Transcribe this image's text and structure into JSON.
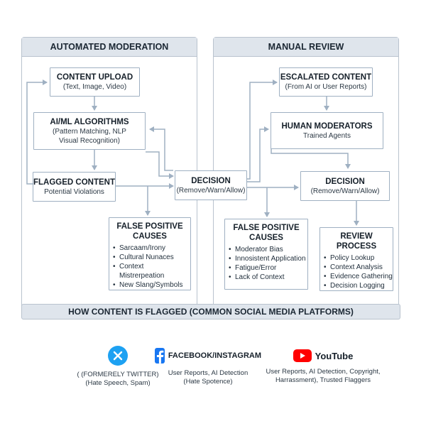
{
  "automated": {
    "header": "AUTOMATED MODERATION",
    "upload": {
      "title": "CONTENT UPLOAD",
      "sub": "(Text, Image, Video)"
    },
    "algorithms": {
      "title": "AI/ML ALGORITHMS",
      "sub1": "(Pattern Matching, NLP",
      "sub2": "Visual Recognition)"
    },
    "flagged": {
      "title": "FLAGGED CONTENT",
      "sub": "Potential Violations"
    },
    "fp": {
      "title1": "FALSE POSITIVE",
      "title2": "CAUSES",
      "items": [
        "Sarcaam/Irony",
        "Cultural Nunaces",
        "Context Mistrerpeation",
        "New Slang/Symbols"
      ]
    }
  },
  "center_decision": {
    "title": "DECISION",
    "sub": "(Remove/Warn/Allow)"
  },
  "manual": {
    "header": "MANUAL REVIEW",
    "escalated": {
      "title": "ESCALATED CONTENT",
      "sub": "(From AI or User Reports)"
    },
    "moderators": {
      "title": "HUMAN MODERATORS",
      "sub": "Trained Agents"
    },
    "decision": {
      "title": "DECISION",
      "sub": "(Remove/Warn/Allow)"
    },
    "fp": {
      "title1": "FALSE POSITIVE",
      "title2": "CAUSES",
      "items": [
        "Moderator Bias",
        "Innosistent Application",
        "Fatigue/Error",
        "Lack of Context"
      ]
    },
    "review": {
      "title": "REVIEW PROCESS",
      "items": [
        "Policy Lookup",
        "Context Analysis",
        "Evidence Gathering",
        "Decision Logging"
      ]
    }
  },
  "banner": "HOW CONTENT IS FLAGGED (COMMON SOCIAL MEDIA PLATFORMS)",
  "platforms": {
    "x": {
      "cap1": "( (FORMERELY TWITTER)",
      "cap2": "(Hate Speech, Spam)"
    },
    "facebook": {
      "name": "FACEBOOK/INSTAGRAM",
      "cap1": "User Reports, AI Detection",
      "cap2": "(Hate Spotence)"
    },
    "youtube": {
      "name": "YouTube",
      "cap1": "User Reports, AI Detection, Copyright,",
      "cap2": "Harrassment), Trusted Flaggers"
    }
  },
  "colors": {
    "x": "#1da1f2",
    "facebook": "#1877f2",
    "youtube": "#ff0000",
    "arrow": "#9fb0c2",
    "header_bg": "#dfe5ec"
  }
}
